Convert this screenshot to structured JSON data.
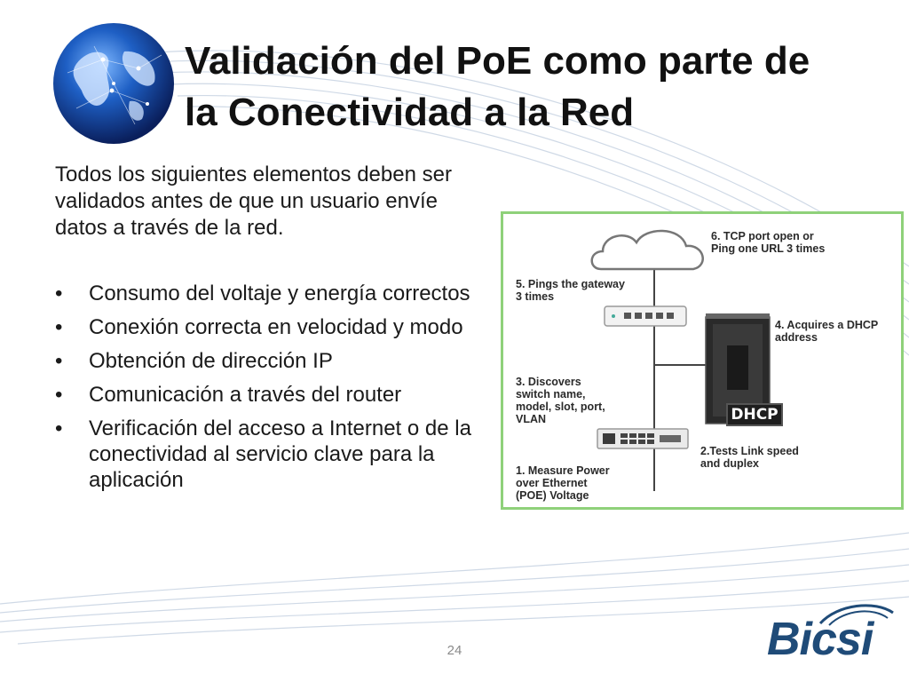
{
  "slide": {
    "title_line1": "Validación del PoE como parte de",
    "title_line2": "la Conectividad a la Red",
    "intro": "Todos los siguientes elementos deben ser validados antes de que un usuario envíe datos a través de la red.",
    "bullet_glyph": "•",
    "bullets": [
      "Consumo del voltaje y energía correctos",
      "Conexión correcta en velocidad y modo",
      "Obtención de dirección IP",
      "Comunicación a través del router",
      "Verificación del acceso a Internet o de la conectividad al servicio clave para la aplicación"
    ],
    "page_number": "24",
    "logo_text": "Bicsi"
  },
  "diagram": {
    "labels": {
      "step6": "6. TCP port open or\nPing one URL 3 times",
      "step5": "5. Pings the gateway\n3 times",
      "step4": "4. Acquires a DHCP\naddress",
      "step3": "3. Discovers\nswitch name,\nmodel, slot, port,\nVLAN",
      "step2": "2.Tests Link speed\nand duplex",
      "step1": "1. Measure Power\nover Ethernet\n(POE) Voltage"
    },
    "dhcp_label": "DHCP"
  },
  "colors": {
    "title": "#111111",
    "body_text": "#1a1a1a",
    "diagram_border": "#8fd17a",
    "logo": "#1f4b78",
    "swoosh": "#c9d6e6"
  },
  "icons": [
    "globe-icon",
    "cloud-icon",
    "router-icon",
    "server-icon",
    "switch-icon",
    "tester-icon"
  ]
}
